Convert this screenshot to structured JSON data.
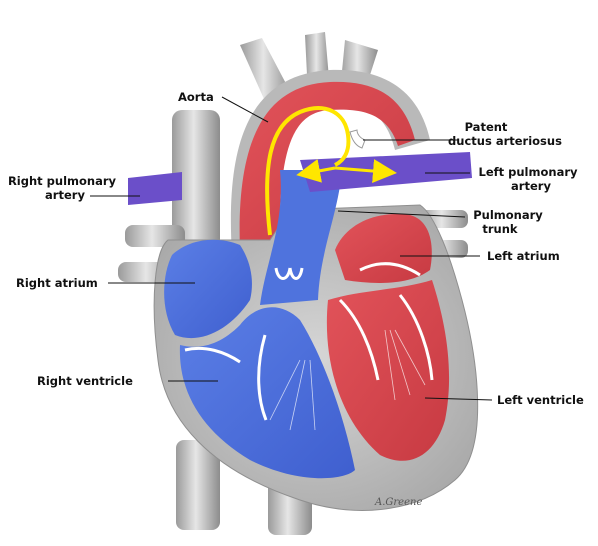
{
  "labels": {
    "aorta": "Aorta",
    "pda_line1": "Patent",
    "pda_line2": "ductus arteriosus",
    "rpa_line1": "Right pulmonary",
    "rpa_line2": "artery",
    "lpa_line1": "Left pulmonary",
    "lpa_line2": "artery",
    "pt_line1": "Pulmonary",
    "pt_line2": "trunk",
    "right_atrium": "Right atrium",
    "left_atrium": "Left atrium",
    "right_ventricle": "Right ventricle",
    "left_ventricle": "Left ventricle"
  },
  "signature": "A.Greene",
  "colors": {
    "oxygenated": "#d9444a",
    "deoxygenated": "#4a6fd6",
    "pulmonary_artery": "#6b4fc9",
    "tissue": "#c8c8c8",
    "flow_arrow": "#ffe600"
  }
}
